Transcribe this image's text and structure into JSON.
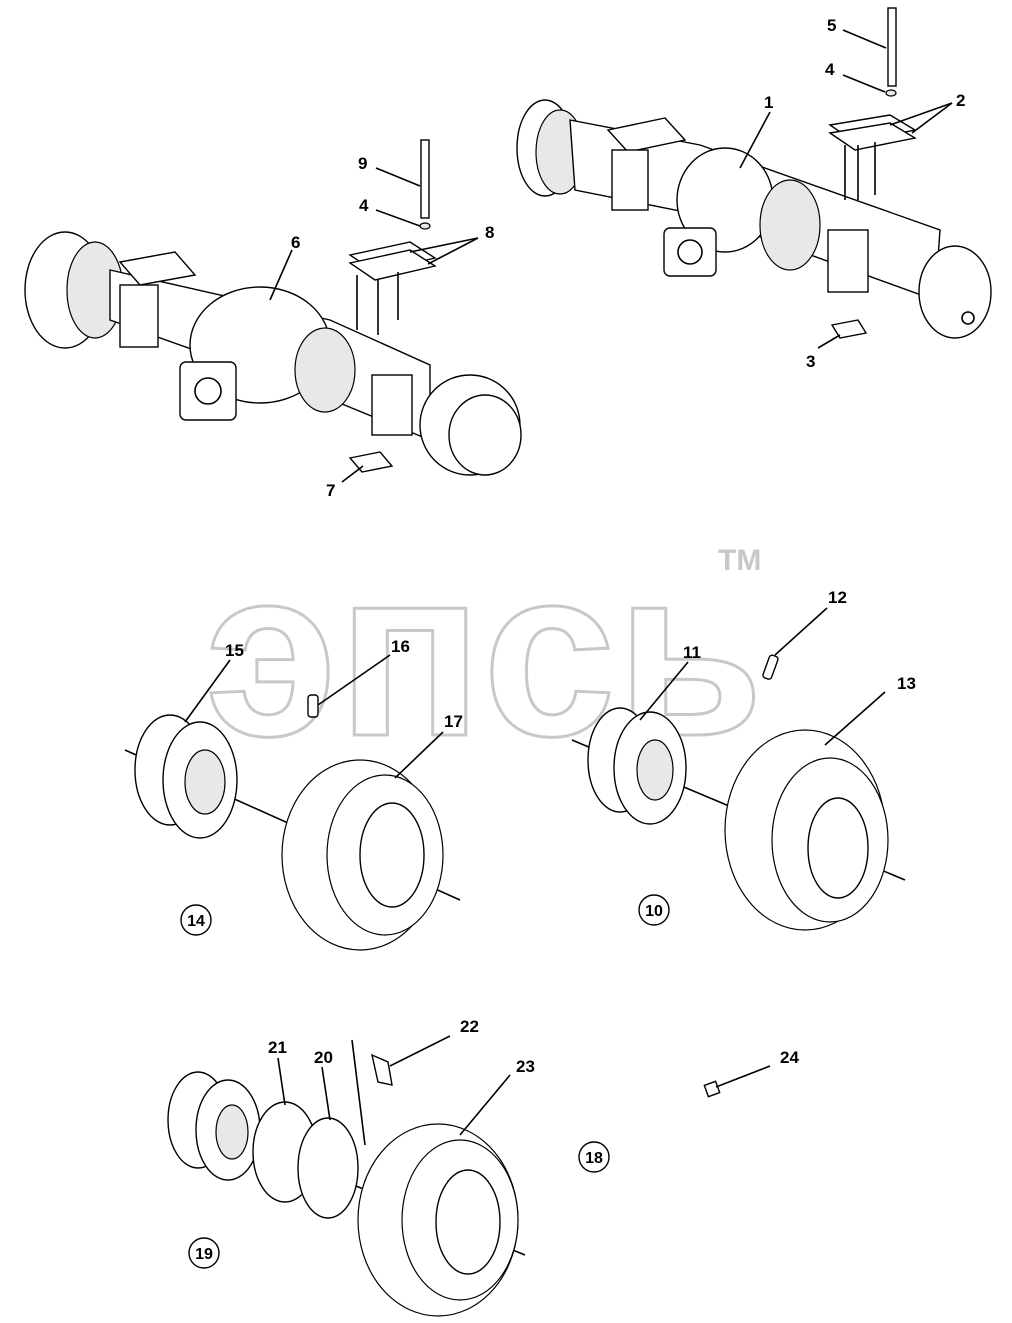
{
  "watermark": {
    "text": "эпсь",
    "trademark": "TM"
  },
  "callouts": [
    {
      "id": "c1",
      "text": "1"
    },
    {
      "id": "c2",
      "text": "2"
    },
    {
      "id": "c3",
      "text": "3"
    },
    {
      "id": "c4a",
      "text": "4"
    },
    {
      "id": "c5",
      "text": "5"
    },
    {
      "id": "c4b",
      "text": "4"
    },
    {
      "id": "c6",
      "text": "6"
    },
    {
      "id": "c7",
      "text": "7"
    },
    {
      "id": "c8",
      "text": "8"
    },
    {
      "id": "c9",
      "text": "9"
    },
    {
      "id": "c11",
      "text": "11"
    },
    {
      "id": "c12",
      "text": "12"
    },
    {
      "id": "c13",
      "text": "13"
    },
    {
      "id": "c15",
      "text": "15"
    },
    {
      "id": "c16",
      "text": "16"
    },
    {
      "id": "c17",
      "text": "17"
    },
    {
      "id": "c20",
      "text": "20"
    },
    {
      "id": "c21",
      "text": "21"
    },
    {
      "id": "c22",
      "text": "22"
    },
    {
      "id": "c23",
      "text": "23"
    },
    {
      "id": "c24",
      "text": "24"
    }
  ],
  "assembly_labels": [
    {
      "id": "a14",
      "text": "14"
    },
    {
      "id": "a10",
      "text": "10"
    },
    {
      "id": "a18",
      "text": "18"
    },
    {
      "id": "a19",
      "text": "19"
    }
  ]
}
